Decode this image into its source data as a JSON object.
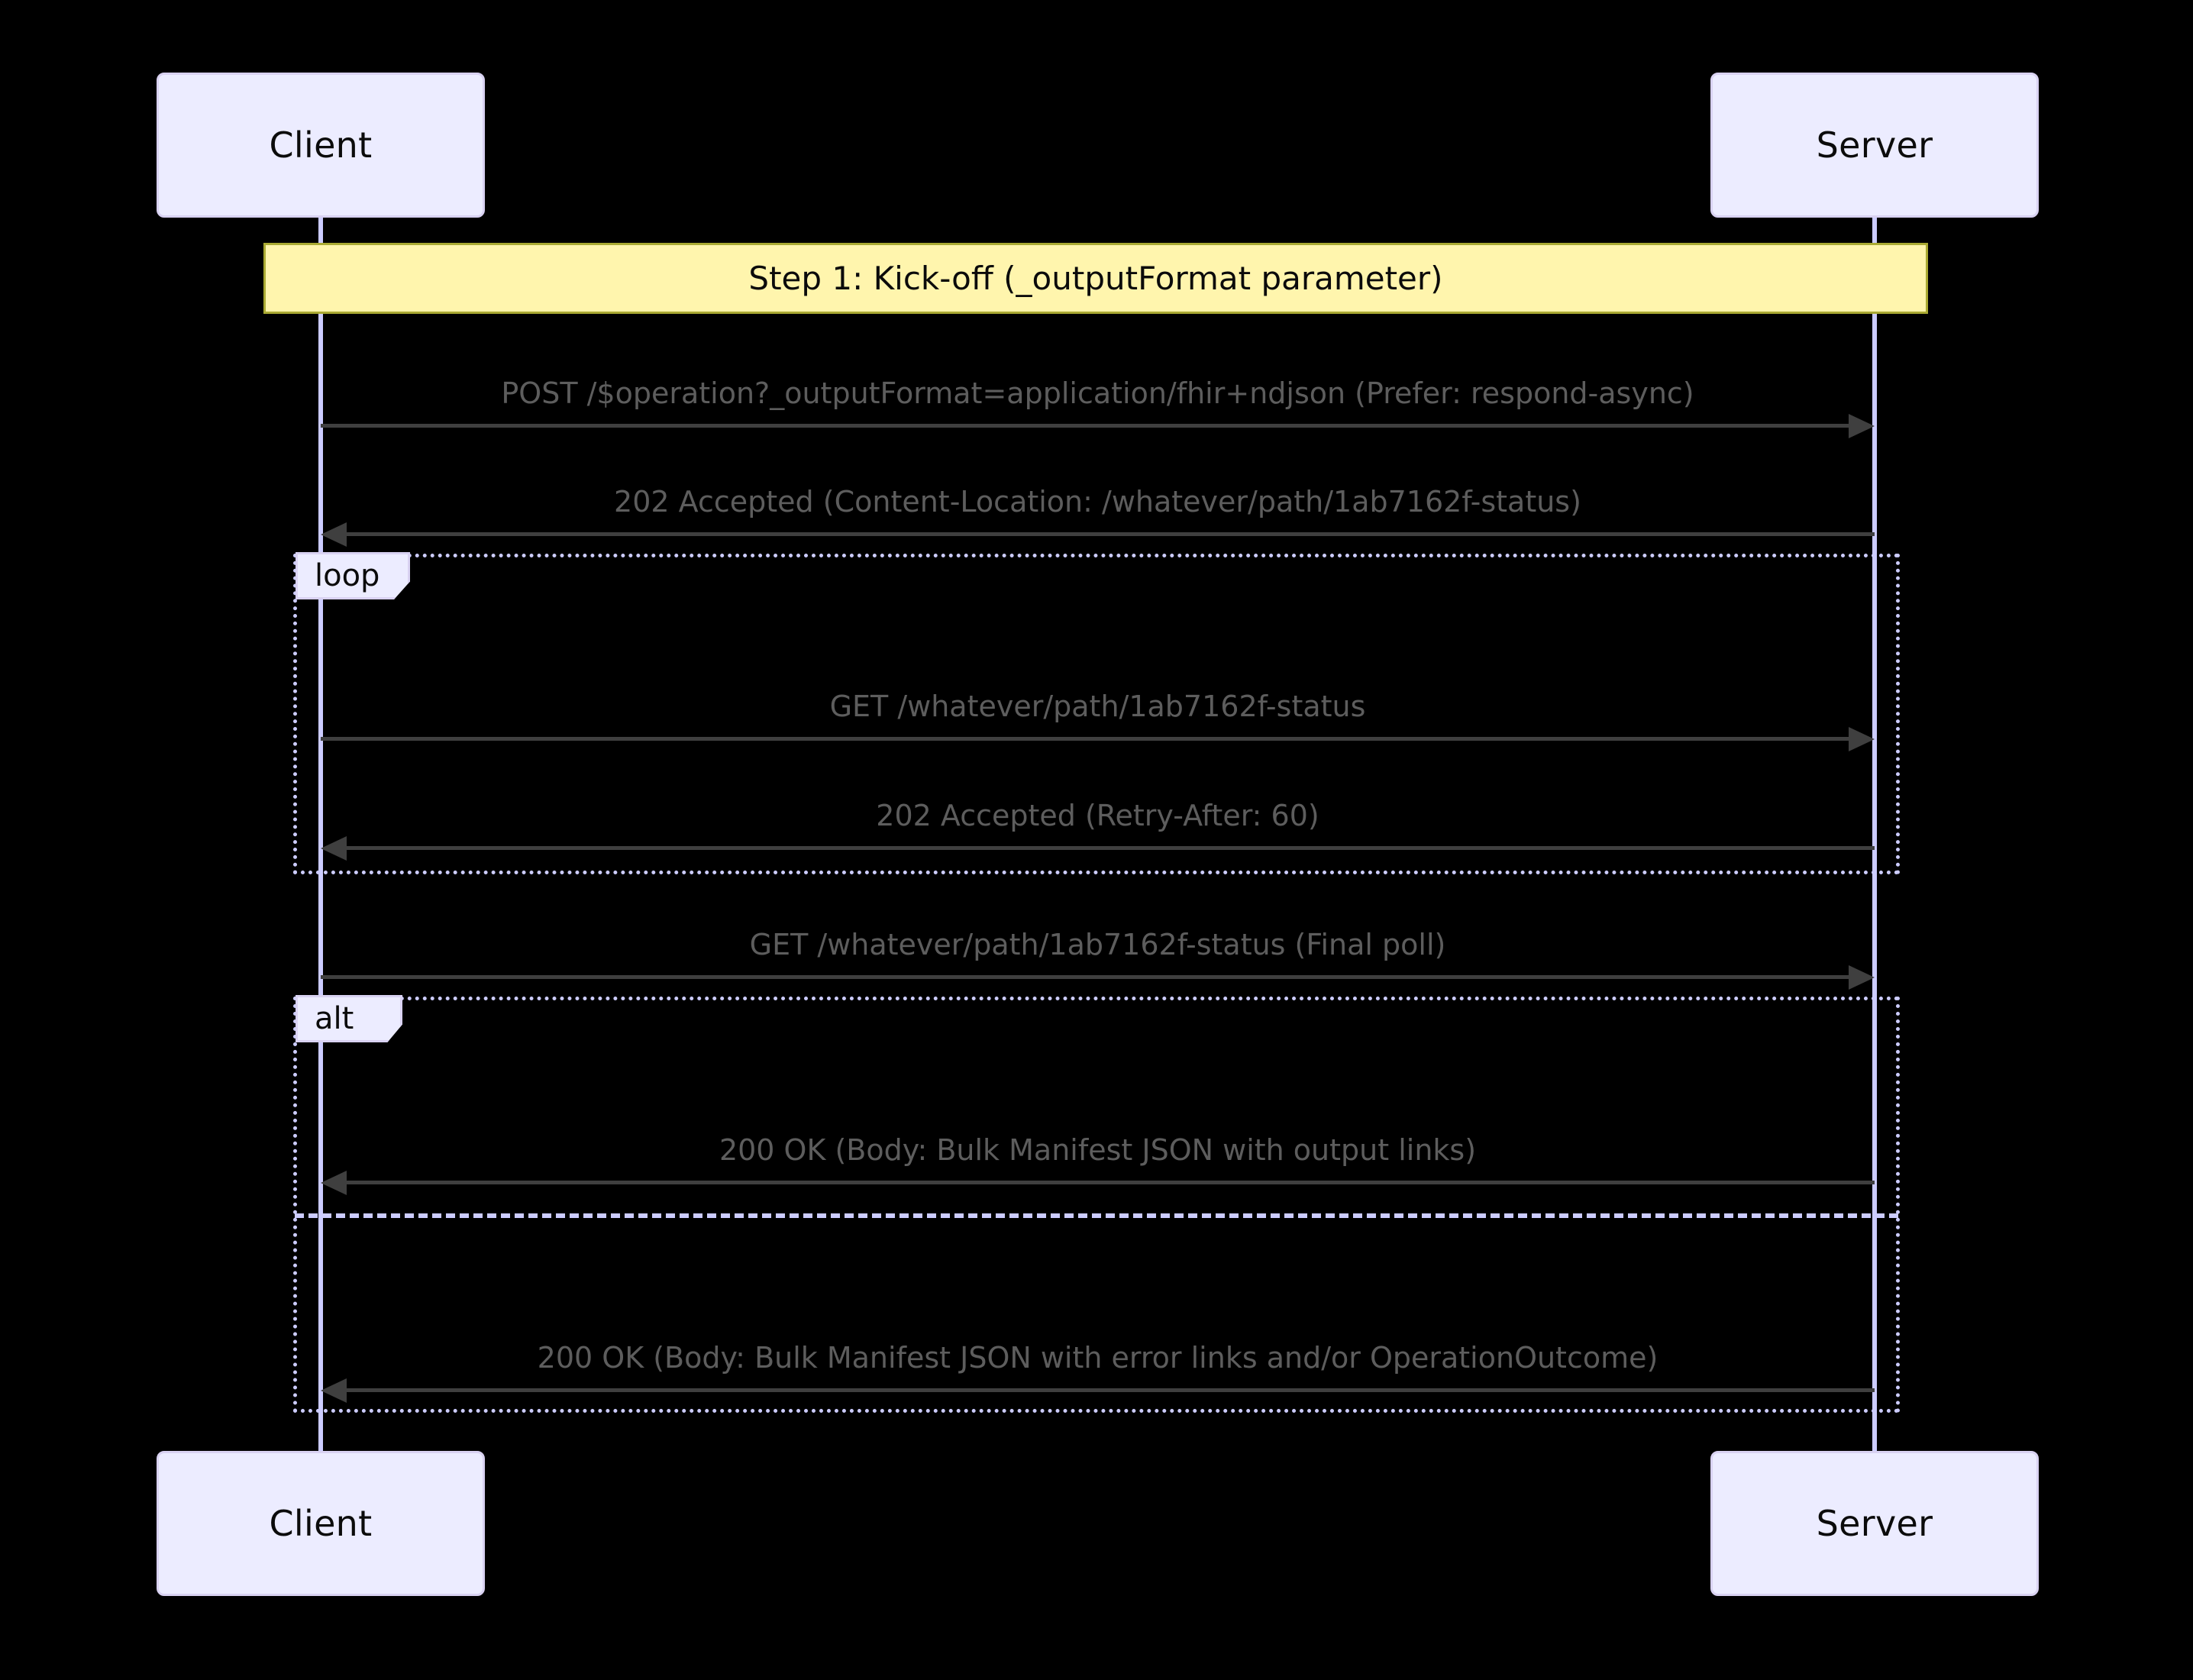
{
  "diagram": {
    "type": "sequence-diagram",
    "background_color": "#000000",
    "theme": "dark",
    "actor_fill": "#ECECFF",
    "actor_border": "#D9D2F2",
    "lifeline_color": "#CCCCFF",
    "message_color": "#5d5d5d",
    "arrow_color": "#3f3f3f",
    "note_fill": "#FFF5AD",
    "note_border": "#AAAA33"
  },
  "actors": [
    {
      "id": "client",
      "label": "Client"
    },
    {
      "id": "server",
      "label": "Server"
    }
  ],
  "actors_bottom": [
    {
      "id": "client",
      "label": "Client"
    },
    {
      "id": "server",
      "label": "Server"
    }
  ],
  "title_banner": {
    "text": "Step 1: Kick-off (_outputFormat parameter)"
  },
  "messages": [
    {
      "id": "m1",
      "from": "client",
      "to": "server",
      "direction": "right",
      "text": "POST /$operation?_outputFormat=application/fhir+ndjson (Prefer: respond-async)"
    },
    {
      "id": "m2",
      "from": "server",
      "to": "client",
      "direction": "left",
      "text": "202 Accepted (Content-Location: /whatever/path/1ab7162f-status)"
    },
    {
      "id": "m3",
      "from": "client",
      "to": "server",
      "direction": "right",
      "text": "GET /whatever/path/1ab7162f-status"
    },
    {
      "id": "m4",
      "from": "server",
      "to": "client",
      "direction": "left",
      "text": "202 Accepted (Retry-After: 60)"
    },
    {
      "id": "m5",
      "from": "client",
      "to": "server",
      "direction": "right",
      "text": "GET /whatever/path/1ab7162f-status (Final poll)"
    },
    {
      "id": "m6",
      "from": "server",
      "to": "client",
      "direction": "left",
      "text": "200 OK (Body: Bulk Manifest JSON with output links)"
    },
    {
      "id": "m7",
      "from": "server",
      "to": "client",
      "direction": "left",
      "text": "200 OK (Body: Bulk Manifest JSON with error links and/or OperationOutcome)"
    }
  ],
  "fragments": [
    {
      "id": "loop-fragment",
      "label": "loop"
    },
    {
      "id": "alt-fragment",
      "label": "alt"
    }
  ]
}
